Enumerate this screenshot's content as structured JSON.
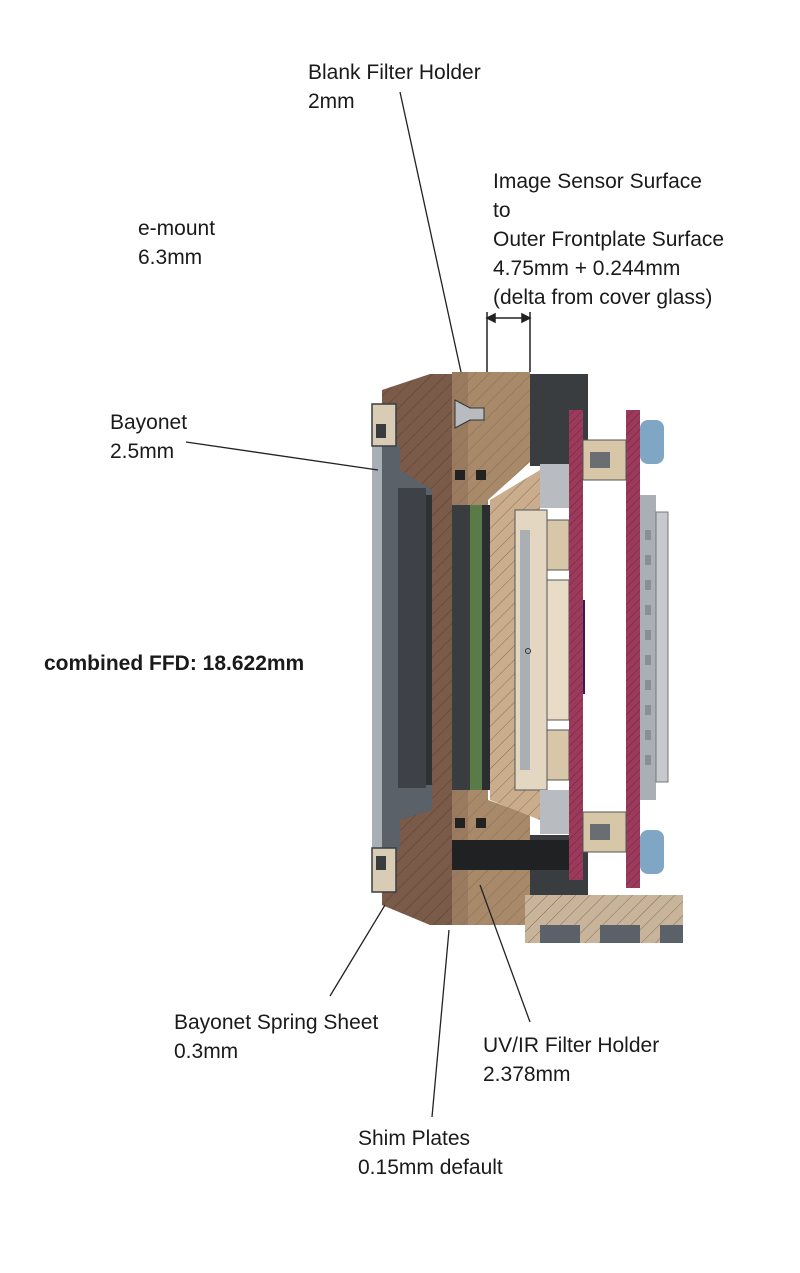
{
  "labels": {
    "blank_filter_holder": {
      "name": "Blank Filter Holder",
      "value": "2mm"
    },
    "image_sensor": {
      "line1": "Image Sensor Surface",
      "line2": "to",
      "line3": "Outer Frontplate Surface",
      "line4": "4.75mm + 0.244mm",
      "line5": "(delta from cover glass)"
    },
    "emount": {
      "name": "e-mount",
      "value": "6.3mm"
    },
    "bayonet": {
      "name": "Bayonet",
      "value": "2.5mm"
    },
    "combined_ffd": "combined FFD: 18.622mm",
    "bayonet_spring_sheet": {
      "name": "Bayonet Spring Sheet",
      "value": "0.3mm"
    },
    "uvir_filter_holder": {
      "name": "UV/IR Filter Holder",
      "value": "2.378mm"
    },
    "shim_plates": {
      "name": "Shim Plates",
      "value": "0.15mm default"
    }
  },
  "colors": {
    "mount_brown": "#7a5a48",
    "holder_tan": "#a8896a",
    "holder_light": "#c9ad8c",
    "dark_gray": "#3a3d40",
    "mid_gray": "#5b6168",
    "light_gray": "#a9afb4",
    "pcb_magenta": "#9c3a5c",
    "connector_blue": "#7fa6c4",
    "sensor_purple": "#5a2a7a",
    "leader_line": "#222222"
  }
}
